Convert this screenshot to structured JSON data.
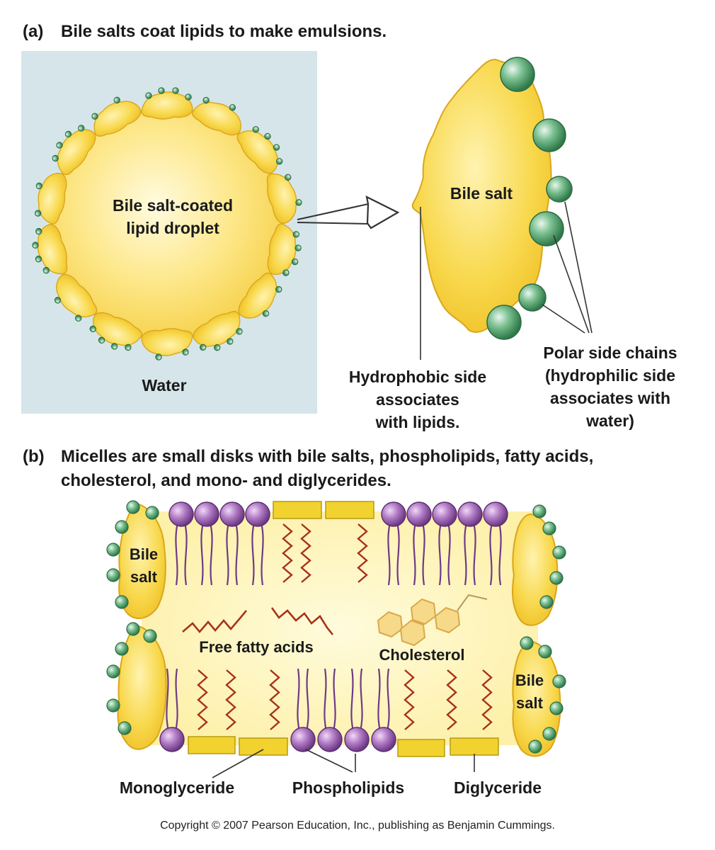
{
  "panel_a": {
    "letter": "(a)",
    "title": "Bile salts coat lipids to make emulsions.",
    "droplet_label_line1": "Bile salt-coated",
    "droplet_label_line2": "lipid droplet",
    "water_label": "Water",
    "bile_salt_label": "Bile salt",
    "hydrophobic_line1": "Hydrophobic side",
    "hydrophobic_line2": "associates",
    "hydrophobic_line3": "with lipids.",
    "polar_line1": "Polar side chains",
    "polar_line2": "(hydrophilic side",
    "polar_line3": "associates with",
    "polar_line4": "water)"
  },
  "panel_b": {
    "letter": "(b)",
    "title_line1": "Micelles are small disks with bile salts, phospholipids, fatty acids,",
    "title_line2": "cholesterol, and mono- and diglycerides.",
    "bile_salt_left_line1": "Bile",
    "bile_salt_left_line2": "salt",
    "bile_salt_right_line1": "Bile",
    "bile_salt_right_line2": "salt",
    "free_fatty_acids": "Free fatty acids",
    "cholesterol": "Cholesterol",
    "monoglyceride": "Monoglyceride",
    "phospholipids": "Phospholipids",
    "diglyceride": "Diglyceride"
  },
  "copyright": "Copyright © 2007 Pearson Education, Inc., publishing as Benjamin Cummings.",
  "colors": {
    "water_panel": "#d6e5ea",
    "lipid_yellow": "#fbe27a",
    "bile_salt_yellow": "#f5cf3a",
    "bead_green": "#4e9e6a",
    "head_purple": "#9c5bb0",
    "tail_red": "#a8321c",
    "glyceride_yellow": "#f2d22e"
  }
}
